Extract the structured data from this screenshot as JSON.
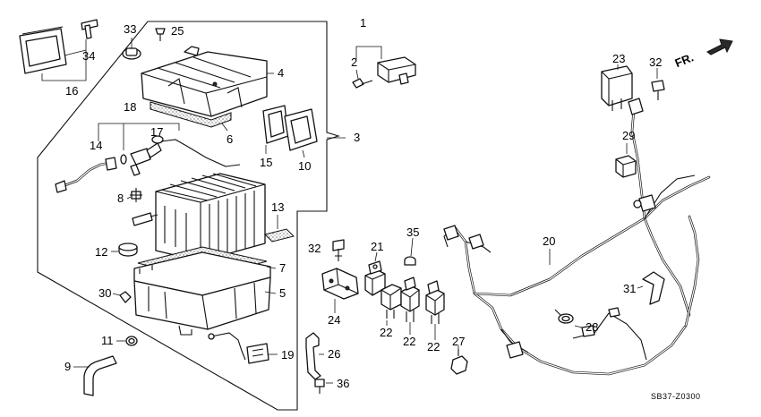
{
  "diagram": {
    "direction_label": "FR.",
    "figure_code": "SB37-Z0300",
    "callouts": {
      "c1": "1",
      "c2": "2",
      "c3": "3",
      "c4": "4",
      "c5": "5",
      "c6": "6",
      "c7": "7",
      "c8": "8",
      "c9": "9",
      "c10": "10",
      "c11": "11",
      "c12": "12",
      "c13": "13",
      "c14": "14",
      "c15": "15",
      "c16": "16",
      "c17": "17",
      "c18": "18",
      "c19": "19",
      "c20": "20",
      "c21": "21",
      "c22a": "22",
      "c22b": "22",
      "c22c": "22",
      "c23": "23",
      "c24": "24",
      "c25": "25",
      "c26": "26",
      "c27": "27",
      "c28": "28",
      "c29": "29",
      "c30": "30",
      "c31": "31",
      "c32a": "32",
      "c32b": "32",
      "c33": "33",
      "c34": "34",
      "c35": "35",
      "c36": "36"
    }
  }
}
